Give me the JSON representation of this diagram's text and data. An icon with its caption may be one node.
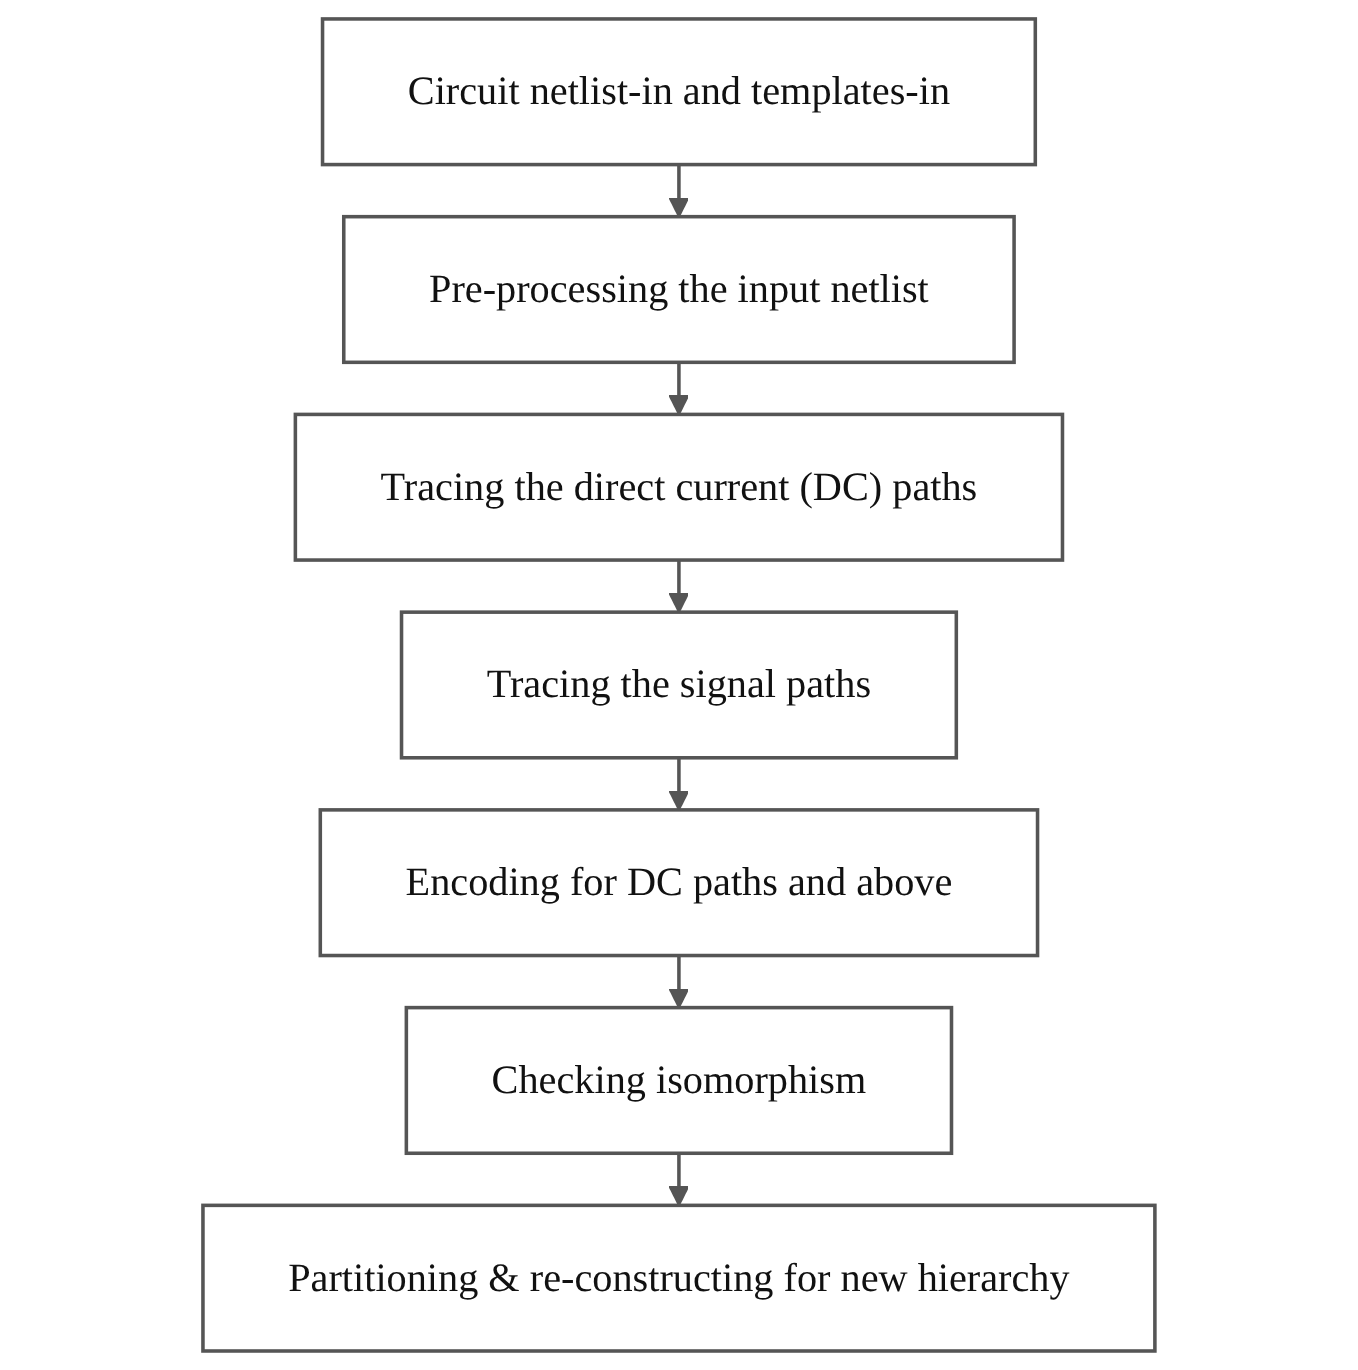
{
  "diagram": {
    "nodes": [
      {
        "text": [
          "Circuit netlist-in and templates-in"
        ]
      },
      {
        "text": [
          "Pre-processing the input netlist"
        ]
      },
      {
        "text": [
          "Tracing the direct current (DC) paths"
        ]
      },
      {
        "text": [
          "Tracing the signal paths"
        ]
      },
      {
        "text": [
          "Encoding for DC paths and above"
        ]
      },
      {
        "text": [
          "Checking isomorphism"
        ]
      },
      {
        "text": [
          "Partitioning & re-constructing for new hierarchy"
        ]
      }
    ],
    "edges": [
      {
        "from": 0,
        "to": 1,
        "arrow": "to"
      },
      {
        "from": 1,
        "to": 2,
        "arrow": "to"
      },
      {
        "from": 2,
        "to": 3,
        "arrow": "to"
      },
      {
        "from": 3,
        "to": 4,
        "arrow": "to"
      },
      {
        "from": 4,
        "to": 5,
        "arrow": "to"
      },
      {
        "from": 5,
        "to": 6,
        "arrow": "to"
      }
    ]
  }
}
